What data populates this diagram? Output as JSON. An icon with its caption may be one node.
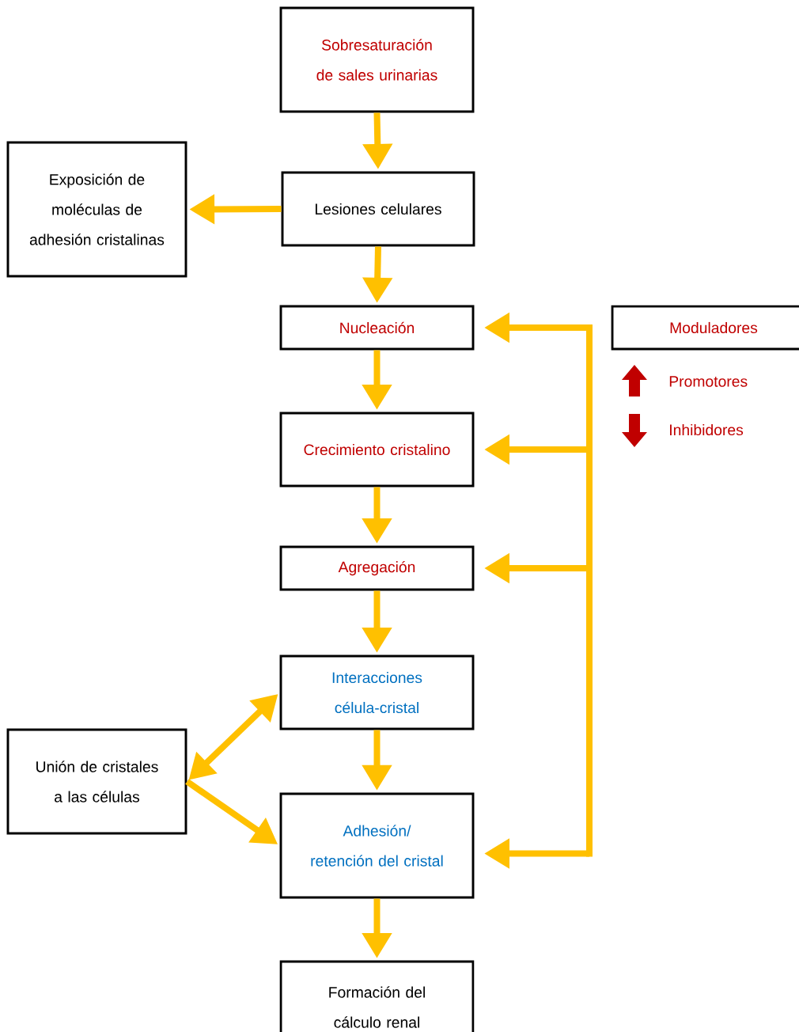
{
  "diagram": {
    "nodes": [
      {
        "text": [
          "Sobresaturación de sales urinarias"
        ]
      },
      {
        "text": [
          "Lesiones celulares"
        ]
      },
      {
        "text": [
          "Exposición de moléculas de adhesión cristalinas"
        ]
      },
      {
        "text": [
          "Nucleación"
        ]
      },
      {
        "text": [
          "Crecimiento cristalino"
        ]
      },
      {
        "text": [
          "Agregación"
        ]
      },
      {
        "text": [
          "Interacciones célula-cristal"
        ]
      },
      {
        "text": [
          "Unión de cristales a las células"
        ]
      },
      {
        "text": [
          "Adhesión/ retención del cristal"
        ]
      },
      {
        "text": [
          "Formación del cálculo renal"
        ]
      },
      {
        "text": [
          "Moduladores"
        ]
      }
    ],
    "edges": [
      {
        "from": 0,
        "to": 1,
        "arrow": "to"
      },
      {
        "from": 1,
        "to": 2,
        "arrow": "to"
      },
      {
        "from": 1,
        "to": 3,
        "arrow": "to"
      },
      {
        "from": 3,
        "to": 4,
        "arrow": "to"
      },
      {
        "from": 4,
        "to": 5,
        "arrow": "to"
      },
      {
        "from": 5,
        "to": 6,
        "arrow": "to"
      },
      {
        "from": 6,
        "to": 8,
        "arrow": "to"
      },
      {
        "from": 8,
        "to": 9,
        "arrow": "to"
      },
      {
        "from": 7,
        "to": 6,
        "arrow": "both"
      },
      {
        "from": 7,
        "to": 8,
        "arrow": "to"
      },
      {
        "from": null,
        "to": 3,
        "arrow": "to"
      },
      {
        "from": null,
        "to": 4,
        "arrow": "to"
      },
      {
        "from": null,
        "to": 5,
        "arrow": "to"
      },
      {
        "from": null,
        "to": 8,
        "arrow": "to"
      }
    ],
    "legend": [
      {
        "text": "Promotores"
      },
      {
        "text": "Inhibidores"
      }
    ]
  }
}
